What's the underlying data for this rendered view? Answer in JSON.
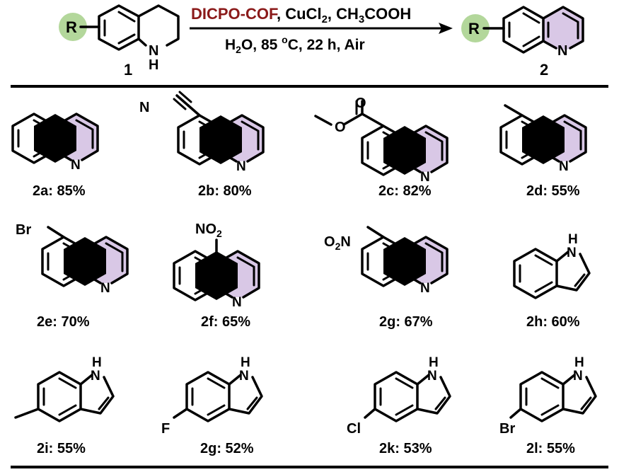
{
  "reaction": {
    "catalyst": "DICPO-COF",
    "reagents_rest": ", CuCl",
    "sub2": "2",
    "reagents_tail1": ", CH",
    "sub3": "3",
    "reagents_tail2": "COOH",
    "cond_h": "H",
    "cond_sub2": "2",
    "cond_o": "O, 85 ",
    "cond_deg": "o",
    "cond_rest": "C, 22 h, Air",
    "start_label": "1",
    "product_label": "2",
    "r_group": "R",
    "nh_n": "N",
    "nh_h": "H",
    "prod_n": "N",
    "accent_color": "#8b1a1a",
    "ring_fill": "#d9c8e6",
    "r_fill": "#a6d08a"
  },
  "atoms": {
    "N": "N",
    "H": "H",
    "Br": "Br",
    "F": "F",
    "Cl": "Cl",
    "O": "O",
    "NO2_N": "NO",
    "two": "2",
    "O2N_O": "O",
    "O2N_N": "N"
  },
  "products": [
    {
      "id": "2a",
      "label": "2a: 85%"
    },
    {
      "id": "2b",
      "label": "2b: 80%"
    },
    {
      "id": "2c",
      "label": "2c: 82%"
    },
    {
      "id": "2d",
      "label": "2d: 55%"
    },
    {
      "id": "2e",
      "label": "2e: 70%"
    },
    {
      "id": "2f",
      "label": "2f: 65%"
    },
    {
      "id": "2g",
      "label": "2g: 67%"
    },
    {
      "id": "2h",
      "label": "2h: 60%"
    },
    {
      "id": "2i",
      "label": "2i: 55%"
    },
    {
      "id": "2g2",
      "label": "2g: 52%"
    },
    {
      "id": "2k",
      "label": "2k: 53%"
    },
    {
      "id": "2l",
      "label": "2l: 55%"
    }
  ]
}
